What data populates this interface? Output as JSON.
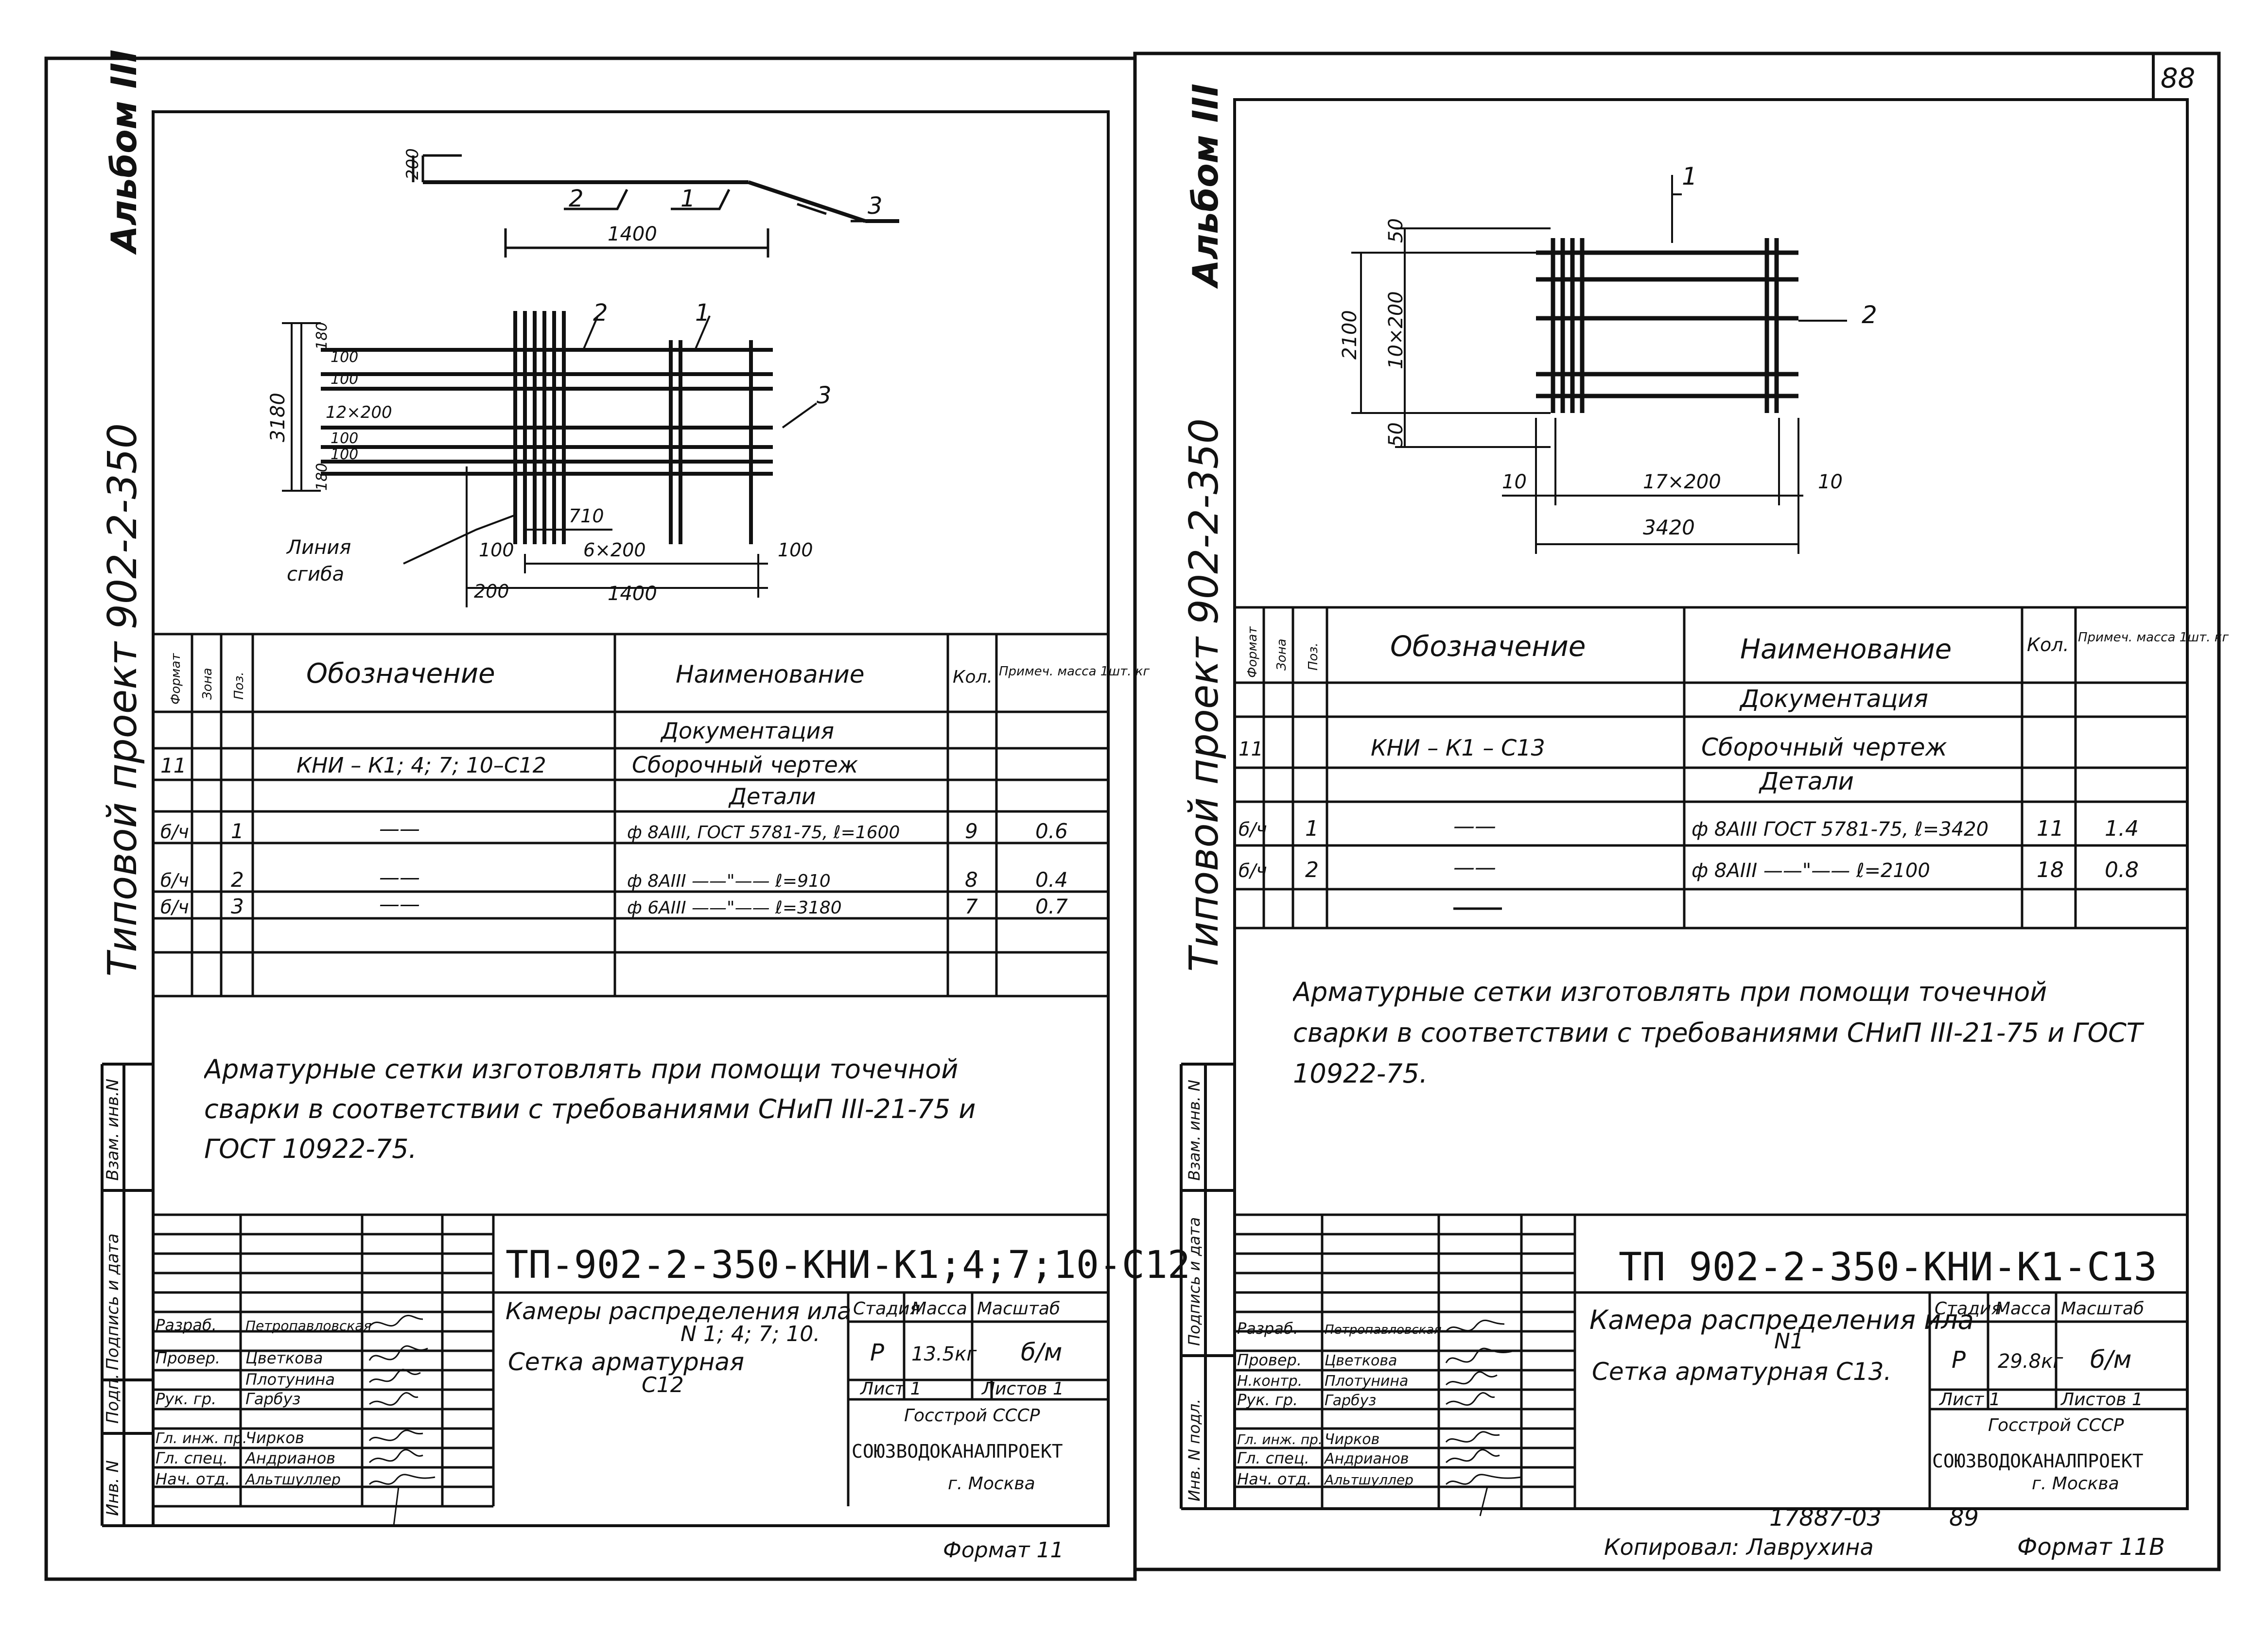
{
  "left": {
    "side_album": "Альбом III",
    "side_project": "Типовой проект 902-2-350",
    "side_stamps": [
      "Инв. N",
      "Подп.",
      "Подпись и дата",
      "Взам. инв.N"
    ],
    "drawing": {
      "top_dim_h": "200",
      "top_pos": [
        "2",
        "1",
        "3"
      ],
      "top_len": "1400",
      "pos1": "1",
      "pos2": "2",
      "pos3": "3",
      "dims_left": [
        "100",
        "100",
        "12×200",
        "100",
        "100",
        "180",
        "180"
      ],
      "height": "3180",
      "d710": "710",
      "d100a": "100",
      "d6x200": "6×200",
      "d100b": "100",
      "d200": "200",
      "d1400": "1400",
      "bend_label_1": "Линия",
      "bend_label_2": "сгиба"
    },
    "spec": {
      "headers": [
        "Формат",
        "Зона",
        "Поз.",
        "Обозначение",
        "Наименование",
        "Кол.",
        "Примеч. масса 1шт. кг"
      ],
      "section_doc": "Документация",
      "doc_row": {
        "format": "11",
        "designation": "КНИ – К1; 4; 7; 10–С12",
        "name": "Сборочный чертеж"
      },
      "section_parts": "Детали",
      "rows": [
        {
          "format": "б/ч",
          "pos": "1",
          "designation": "——",
          "name": "ф 8АIII,  ГОСТ 5781-75, ℓ=1600",
          "qty": "9",
          "mass": "0.6"
        },
        {
          "format": "б/ч",
          "pos": "2",
          "designation": "——",
          "name": "ф 8АIII  ——\"——  ℓ=910",
          "qty": "8",
          "mass": "0.4"
        },
        {
          "format": "б/ч",
          "pos": "3",
          "designation": "——",
          "name": "ф 6АIII  ——\"——  ℓ=3180",
          "qty": "7",
          "mass": "0.7"
        }
      ]
    },
    "note": "Арматурные сетки изготовлять при помощи точечной сварки в соответствии с требованиями СНиП III-21-75 и ГОСТ 10922-75.",
    "title": {
      "code": "ТП-902-2-350-КНИ-К1;4;7;10-С12",
      "name_1": "Камеры распределения ила",
      "name_2": "N 1; 4; 7; 10.",
      "name_3": "Сетка арматурная",
      "name_4": "С12",
      "stage_h": "Стадия",
      "mass_h": "Масса",
      "scale_h": "Масштаб",
      "stage": "Р",
      "mass": "13.5кг",
      "scale": "б/м",
      "sheet": "Лист 1",
      "sheets": "Листов 1",
      "org_1": "Госстрой СССР",
      "org_2": "СОЮЗВОДОКАНАЛПРОЕКТ",
      "org_3": "г. Москва",
      "roles": [
        "Разраб.",
        "Провер.",
        "",
        "Рук. гр.",
        "Гл. инж. пр.",
        "Гл. спец.",
        "Нач. отд."
      ],
      "people": [
        "Петропавловская",
        "Цветкова",
        "Плотунина",
        "Гарбуз",
        "Чирков",
        "Андрианов",
        "Альтшуллер"
      ]
    },
    "format": "Формат 11"
  },
  "right": {
    "page_no": "88",
    "side_album": "Альбом III",
    "side_project": "Типовой проект 902-2-350",
    "side_stamps": [
      "Инв. N подл.",
      "Подпись и дата",
      "Взам. инв. N"
    ],
    "drawing": {
      "pos1": "1",
      "pos2": "2",
      "d50a": "50",
      "d10x200": "10×200",
      "d2100": "2100",
      "d50b": "50",
      "d10a": "10",
      "d17x200": "17×200",
      "d10b": "10",
      "d3420": "3420"
    },
    "spec": {
      "headers": [
        "Формат",
        "Зона",
        "Поз.",
        "Обозначение",
        "Наименование",
        "Кол.",
        "Примеч. масса 1шт. кг"
      ],
      "section_doc": "Документация",
      "doc_row": {
        "format": "11",
        "designation": "КНИ – К1 – С13",
        "name": "Сборочный чертеж"
      },
      "section_parts": "Детали",
      "rows": [
        {
          "format": "б/ч",
          "pos": "1",
          "designation": "——",
          "name": "ф 8АIII ГОСТ 5781-75, ℓ=3420",
          "qty": "11",
          "mass": "1.4"
        },
        {
          "format": "б/ч",
          "pos": "2",
          "designation": "——",
          "name": "ф 8АIII  ——\"——  ℓ=2100",
          "qty": "18",
          "mass": "0.8"
        }
      ]
    },
    "note": "Арматурные сетки изготовлять при помощи точечной сварки в соответствии с требованиями СНиП III-21-75 и ГОСТ 10922-75.",
    "title": {
      "code": "ТП 902-2-350-КНИ-К1-С13",
      "name_1": "Камера распределения ила",
      "name_2": "N1",
      "name_3": "Сетка арматурная С13.",
      "stage_h": "Стадия",
      "mass_h": "Масса",
      "scale_h": "Масштаб",
      "stage": "Р",
      "mass": "29.8кг",
      "scale": "б/м",
      "sheet": "Лист 1",
      "sheets": "Листов 1",
      "org_1": "Госстрой СССР",
      "org_2": "СОЮЗВОДОКАНАЛПРОЕКТ",
      "org_3": "г. Москва",
      "roles": [
        "Разраб.",
        "Провер.",
        "Н.контр.",
        "Рук. гр.",
        "Гл. инж. пр.",
        "Гл. спец.",
        "Нач. отд."
      ],
      "people": [
        "Петропавловская",
        "Цветкова",
        "Плотунина",
        "Гарбуз",
        "Чирков",
        "Андрианов",
        "Альтшуллер"
      ]
    },
    "footer_num": "17887-03",
    "footer_page": "89",
    "copied": "Копировал: Лаврухина",
    "format": "Формат 11В"
  }
}
